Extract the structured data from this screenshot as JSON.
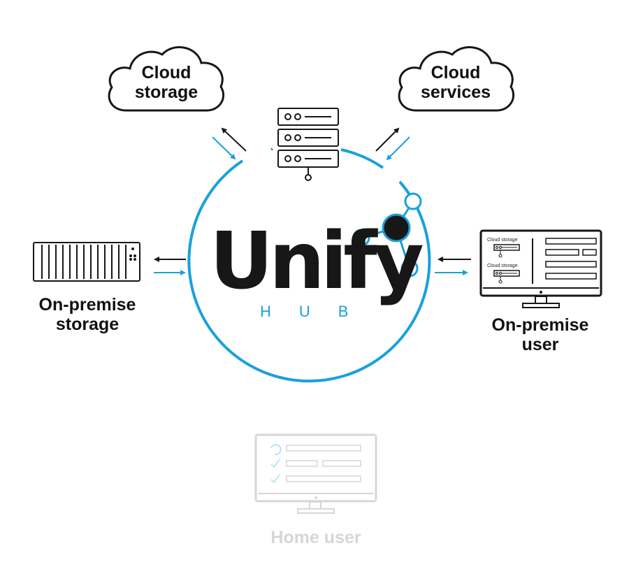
{
  "hub": {
    "word": "Unify",
    "sub": "HUB"
  },
  "nodes": {
    "cloud_storage": {
      "line1": "Cloud",
      "line2": "storage"
    },
    "cloud_services": {
      "line1": "Cloud",
      "line2": "services"
    },
    "onprem_storage": {
      "line1": "On-premise",
      "line2": "storage"
    },
    "onprem_user": {
      "line1": "On-premise",
      "line2": "user"
    },
    "home_user": {
      "label": "Home user"
    }
  },
  "monitor_labels": {
    "item1": "Cloud storage",
    "item2": "Cloud storage"
  },
  "colors": {
    "accent": "#1aa0dd",
    "dark": "#171717",
    "faded": "#d6d6d6"
  }
}
